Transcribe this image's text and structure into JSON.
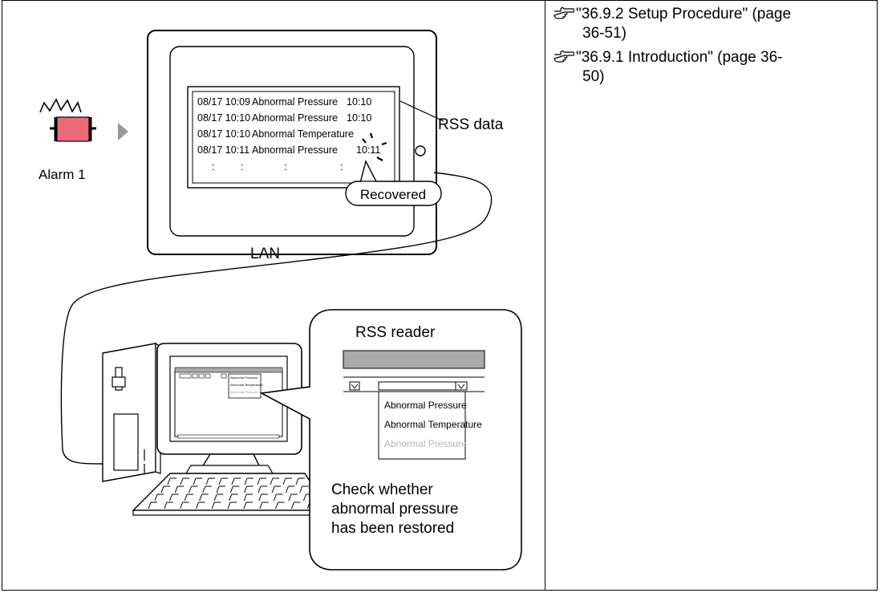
{
  "alarm": {
    "label": "Alarm 1"
  },
  "panel": {
    "rows": [
      {
        "date": "08/17",
        "time": "10:09",
        "message": "Abnormal Pressure",
        "recovered": "10:10"
      },
      {
        "date": "08/17",
        "time": "10:10",
        "message": "Abnormal Pressure",
        "recovered": "10:10"
      },
      {
        "date": "08/17",
        "time": "10:10",
        "message": "Abnormal Temperature",
        "recovered": ""
      },
      {
        "date": "08/17",
        "time": "10:11",
        "message": "Abnormal Pressure",
        "recovered": "10:11"
      }
    ],
    "continuation": ":",
    "rss_label": "RSS data",
    "recovered_label": "Recovered"
  },
  "network": {
    "label": "LAN"
  },
  "reader": {
    "title": "RSS reader",
    "items": [
      "Abnormal Pressure",
      "Abnormal Temperature",
      "Abnormal Pressure"
    ],
    "screen_items": [
      "Abnormal Pressure",
      "Abnormal Temperature",
      "Abnormal Pressure"
    ],
    "caption_lines": [
      "Check whether",
      "abnormal pressure",
      "has been restored"
    ]
  },
  "references": [
    {
      "icon": "pointing-hand-icon",
      "text": "\"36.9.2 Setup Procedure\" (page 36-51)",
      "line1": "\"36.9.2 Setup Procedure\" (page",
      "line2": "36-51)"
    },
    {
      "icon": "pointing-hand-icon",
      "text": "\"36.9.1 Introduction\" (page 36-50)",
      "line1": "\"36.9.1 Introduction\" (page 36-",
      "line2": "50)"
    }
  ]
}
